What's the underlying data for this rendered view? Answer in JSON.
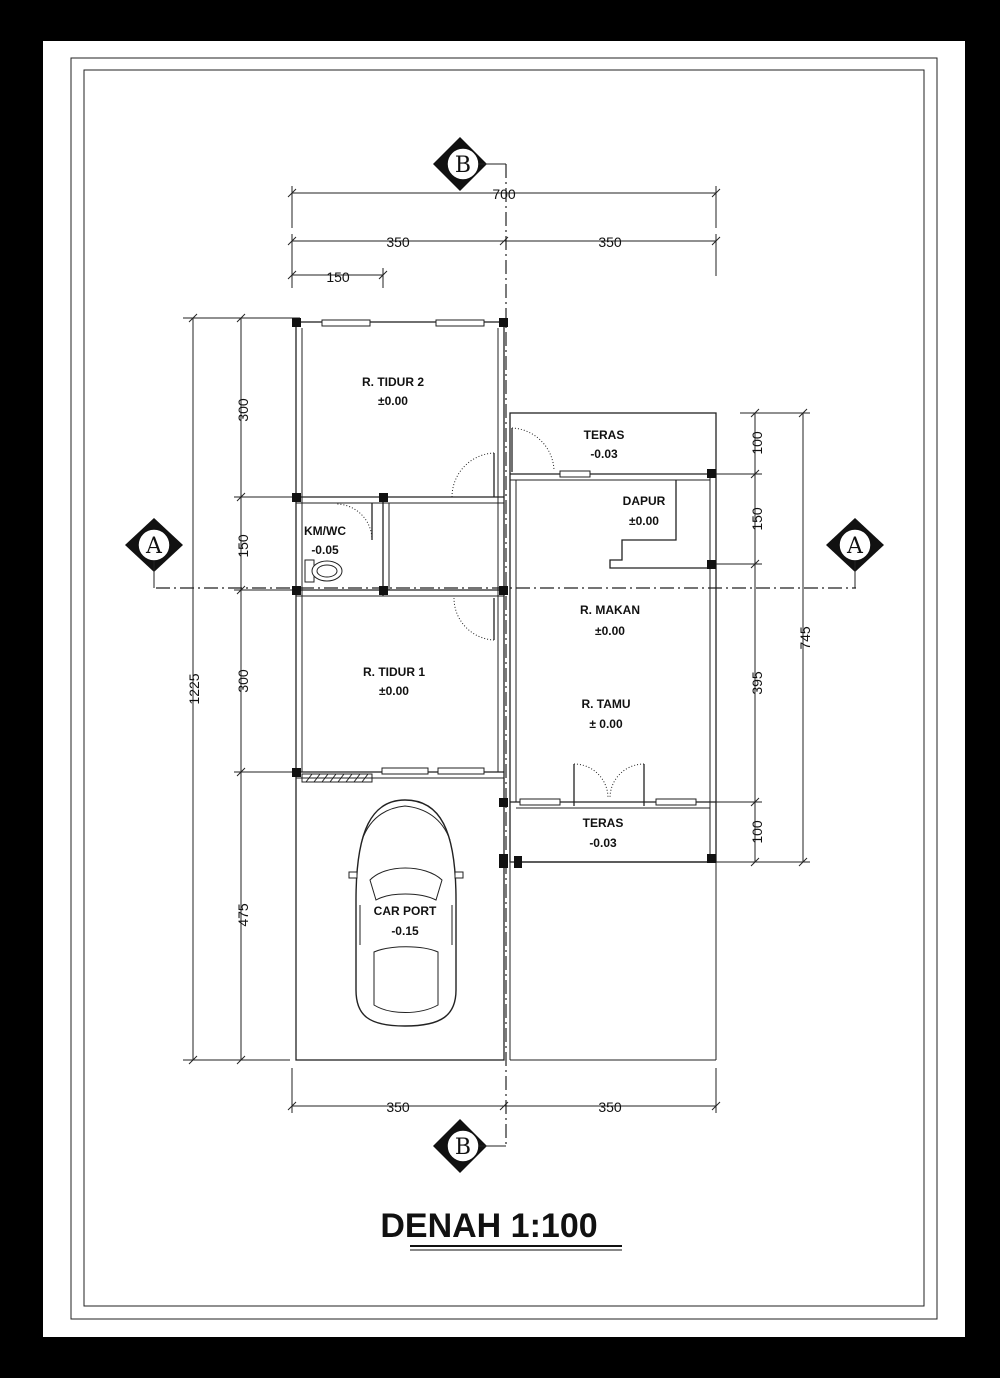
{
  "drawing": {
    "title": "DENAH 1:100"
  },
  "rooms": [
    {
      "key": "tidur2",
      "name": "R. TIDUR 2",
      "level": "±0.00"
    },
    {
      "key": "teras_top",
      "name": "TERAS",
      "level": "-0.03"
    },
    {
      "key": "dapur",
      "name": "DAPUR",
      "level": "±0.00"
    },
    {
      "key": "kmwc",
      "name": "KM/WC",
      "level": "-0.05"
    },
    {
      "key": "makan",
      "name": "R. MAKAN",
      "level": "±0.00"
    },
    {
      "key": "tidur1",
      "name": "R. TIDUR 1",
      "level": "±0.00"
    },
    {
      "key": "tamu",
      "name": "R. TAMU",
      "level": "± 0.00"
    },
    {
      "key": "teras_bot",
      "name": "TERAS",
      "level": "-0.03"
    },
    {
      "key": "carport",
      "name": "CAR PORT",
      "level": "-0.15"
    }
  ],
  "dimensions": {
    "top_total": "700",
    "top_left": "350",
    "top_right": "350",
    "top_small": "150",
    "left_total": "1225",
    "left_1": "300",
    "left_2": "150",
    "left_3": "300",
    "left_4": "475",
    "right_total": "745",
    "right_1": "100",
    "right_2": "150",
    "right_3": "395",
    "right_4": "100",
    "bottom_left": "350",
    "bottom_right": "350"
  },
  "section_markers": {
    "a_left": "A",
    "a_right": "A",
    "b_top": "B",
    "b_bottom": "B"
  }
}
